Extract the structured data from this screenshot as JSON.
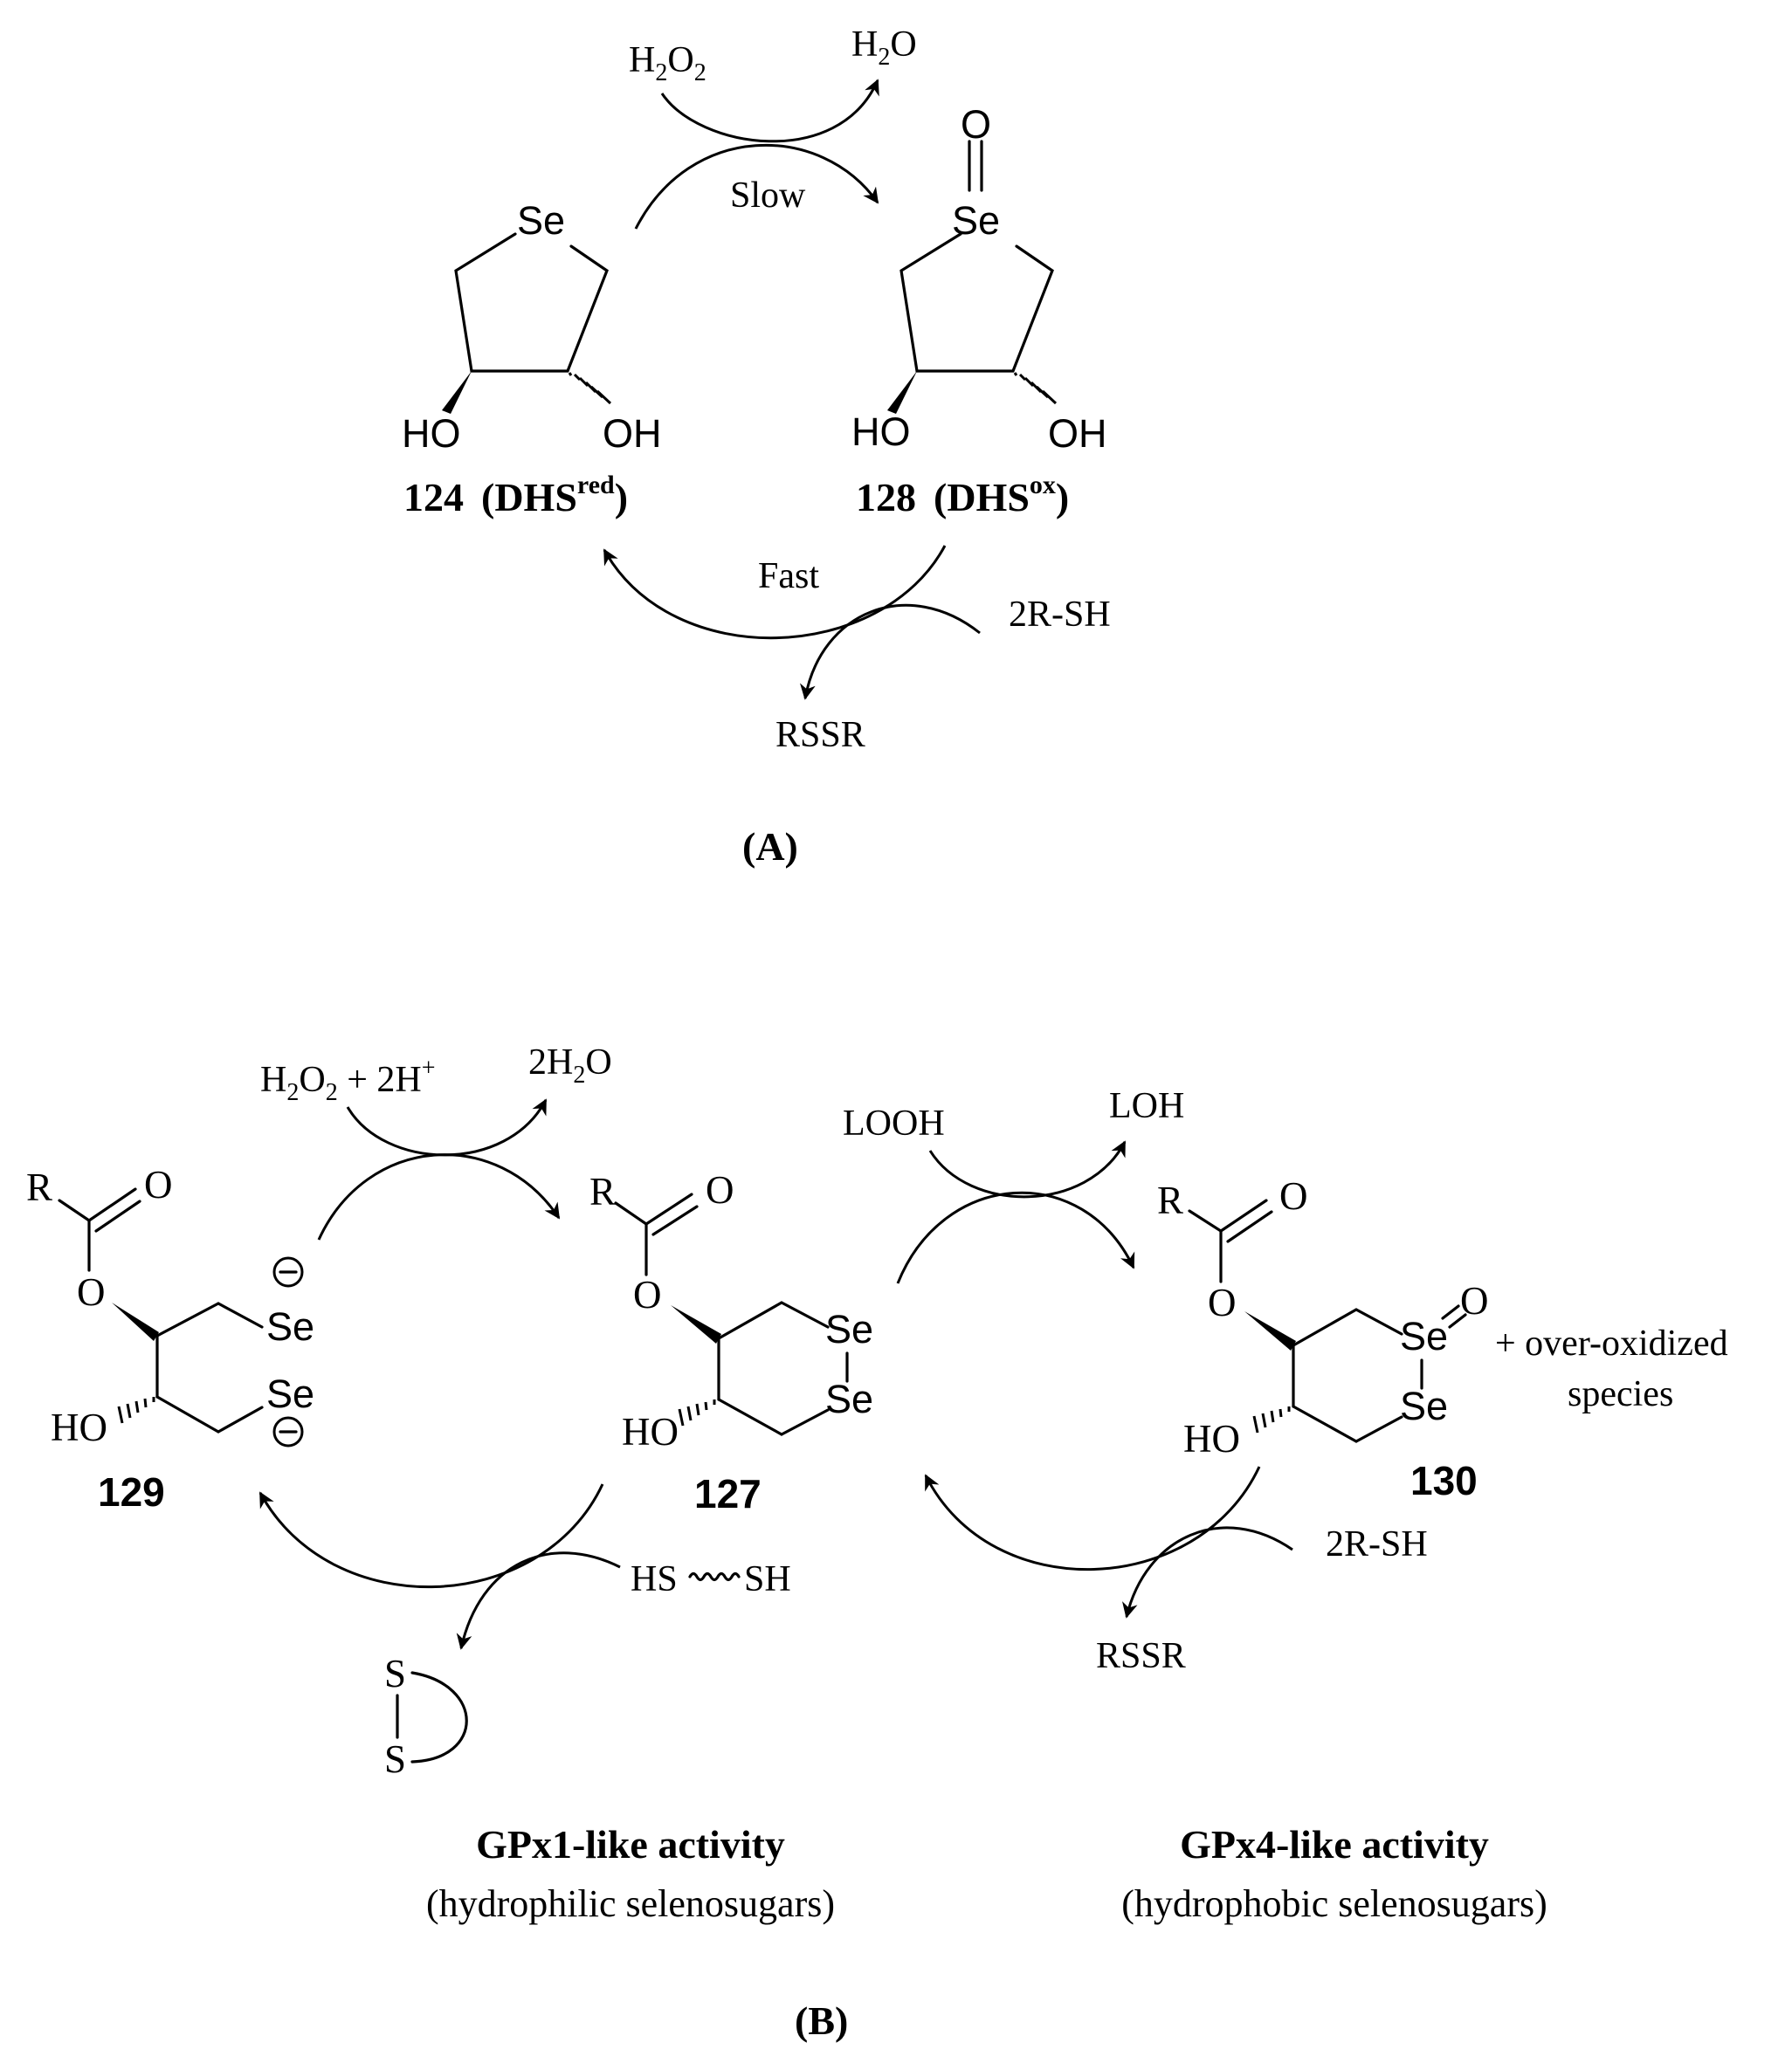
{
  "panel_a": {
    "label": "(A)",
    "reagents": {
      "top_in": "H2O2",
      "top_out": "H2O",
      "top_rate": "Slow",
      "bottom_rate": "Fast",
      "bottom_in": "2R-SH",
      "bottom_out": "RSSR"
    },
    "compound_red": {
      "number": "124",
      "name": "DHS",
      "sup": "red"
    },
    "compound_ox": {
      "number": "128",
      "name": "DHS",
      "sup": "ox"
    },
    "atoms": {
      "se": "Se",
      "o": "O",
      "ho": "HO",
      "oh": "OH"
    }
  },
  "panel_b": {
    "label": "(B)",
    "reagents": {
      "left_top_in": "H2O2 + 2H+",
      "left_top_out": "2H2O",
      "left_bottom_in": "HS~~~SH",
      "right_top_in": "LOOH",
      "right_top_out": "LOH",
      "right_bottom_in": "2R-SH",
      "right_bottom_out": "RSSR"
    },
    "compounds": {
      "c129": "129",
      "c127": "127",
      "c130": "130"
    },
    "extra": {
      "line1": "+ over-oxidized",
      "line2": "species"
    },
    "atoms": {
      "r": "R",
      "o": "O",
      "ho": "HO",
      "se": "Se",
      "s": "S",
      "minus": "−"
    },
    "activities": {
      "left_title": "GPx1-like activity",
      "left_sub": "(hydrophilic selenosugars)",
      "right_title": "GPx4-like activity",
      "right_sub": "(hydrophobic selenosugars)"
    }
  }
}
